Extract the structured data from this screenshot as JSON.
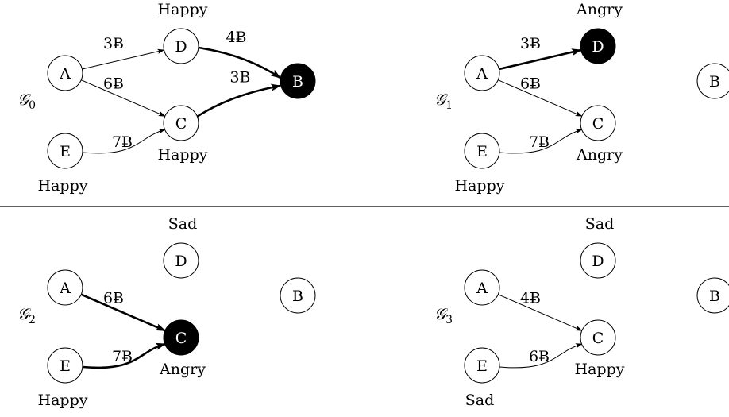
{
  "colors": {
    "foreground": "#000000",
    "background": "#ffffff",
    "highlight_fill": "#000000",
    "highlight_text": "#ffffff"
  },
  "graphs": [
    {
      "label": "𝒢",
      "subscript": "0",
      "nodes": [
        {
          "id": "A",
          "label": "A",
          "mood": "",
          "highlight": false
        },
        {
          "id": "D",
          "label": "D",
          "mood": "Happy",
          "highlight": false
        },
        {
          "id": "C",
          "label": "C",
          "mood": "Happy",
          "highlight": false
        },
        {
          "id": "E",
          "label": "E",
          "mood": "Happy",
          "highlight": false
        },
        {
          "id": "B",
          "label": "B",
          "mood": "",
          "highlight": true
        }
      ],
      "edges": [
        {
          "from": "A",
          "to": "D",
          "label": "3Ƀ",
          "bold": false
        },
        {
          "from": "A",
          "to": "C",
          "label": "6Ƀ",
          "bold": false
        },
        {
          "from": "E",
          "to": "C",
          "label": "7Ƀ",
          "bold": false
        },
        {
          "from": "D",
          "to": "B",
          "label": "4Ƀ",
          "bold": true
        },
        {
          "from": "C",
          "to": "B",
          "label": "3Ƀ",
          "bold": true
        }
      ]
    },
    {
      "label": "𝒢",
      "subscript": "1",
      "nodes": [
        {
          "id": "A",
          "label": "A",
          "mood": "",
          "highlight": false
        },
        {
          "id": "D",
          "label": "D",
          "mood": "Angry",
          "highlight": true
        },
        {
          "id": "C",
          "label": "C",
          "mood": "Angry",
          "highlight": false
        },
        {
          "id": "E",
          "label": "E",
          "mood": "Happy",
          "highlight": false
        },
        {
          "id": "B",
          "label": "B",
          "mood": "",
          "highlight": false
        }
      ],
      "edges": [
        {
          "from": "A",
          "to": "D",
          "label": "3Ƀ",
          "bold": true
        },
        {
          "from": "A",
          "to": "C",
          "label": "6Ƀ",
          "bold": false
        },
        {
          "from": "E",
          "to": "C",
          "label": "7Ƀ",
          "bold": false
        }
      ]
    },
    {
      "label": "𝒢",
      "subscript": "2",
      "nodes": [
        {
          "id": "A",
          "label": "A",
          "mood": "",
          "highlight": false
        },
        {
          "id": "D",
          "label": "D",
          "mood": "Sad",
          "highlight": false
        },
        {
          "id": "C",
          "label": "C",
          "mood": "Angry",
          "highlight": true
        },
        {
          "id": "E",
          "label": "E",
          "mood": "Happy",
          "highlight": false
        },
        {
          "id": "B",
          "label": "B",
          "mood": "",
          "highlight": false
        }
      ],
      "edges": [
        {
          "from": "A",
          "to": "C",
          "label": "6Ƀ",
          "bold": true
        },
        {
          "from": "E",
          "to": "C",
          "label": "7Ƀ",
          "bold": true
        }
      ]
    },
    {
      "label": "𝒢",
      "subscript": "3",
      "nodes": [
        {
          "id": "A",
          "label": "A",
          "mood": "",
          "highlight": false
        },
        {
          "id": "D",
          "label": "D",
          "mood": "Sad",
          "highlight": false
        },
        {
          "id": "C",
          "label": "C",
          "mood": "Happy",
          "highlight": false
        },
        {
          "id": "E",
          "label": "E",
          "mood": "Sad",
          "highlight": false
        },
        {
          "id": "B",
          "label": "B",
          "mood": "",
          "highlight": false
        }
      ],
      "edges": [
        {
          "from": "A",
          "to": "C",
          "label": "4Ƀ",
          "bold": false
        },
        {
          "from": "E",
          "to": "C",
          "label": "6Ƀ",
          "bold": false
        }
      ]
    }
  ]
}
